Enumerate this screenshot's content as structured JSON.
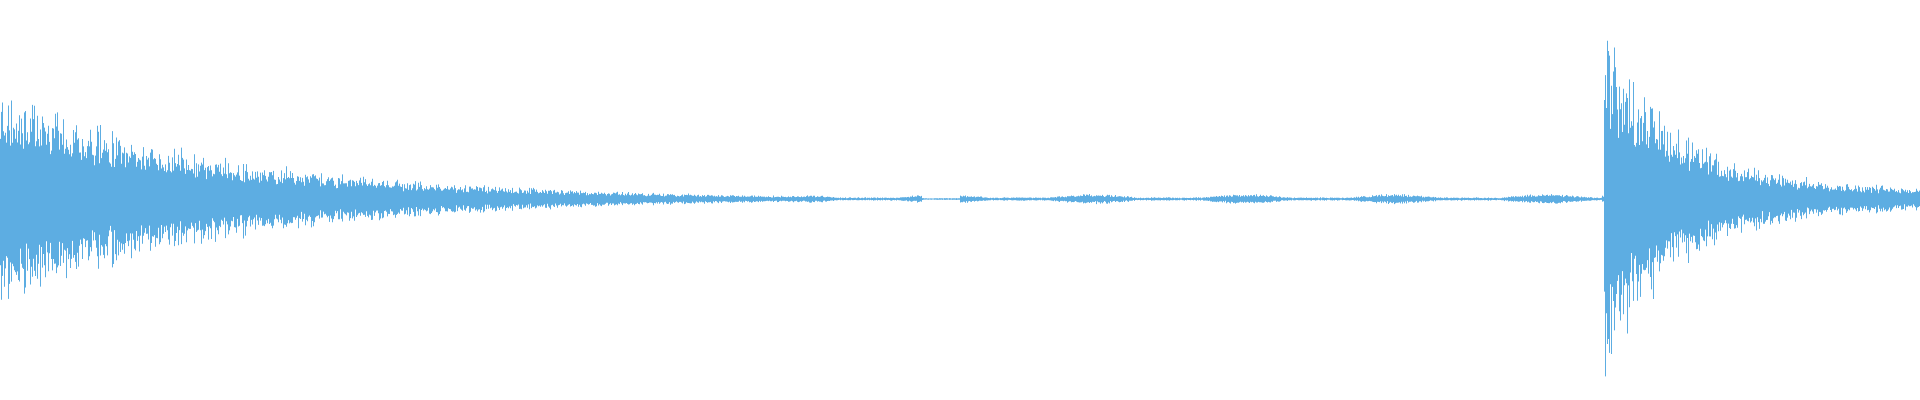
{
  "waveform": {
    "color": "#5DADE2",
    "background": "#ffffff",
    "hits": [
      {
        "time_fraction": 0.0,
        "peak_amplitude": 0.63,
        "decay": "slow"
      },
      {
        "time_fraction": 0.835,
        "peak_amplitude": 0.98,
        "decay": "slow"
      }
    ],
    "sustain_floor_amplitude": 0.04
  }
}
